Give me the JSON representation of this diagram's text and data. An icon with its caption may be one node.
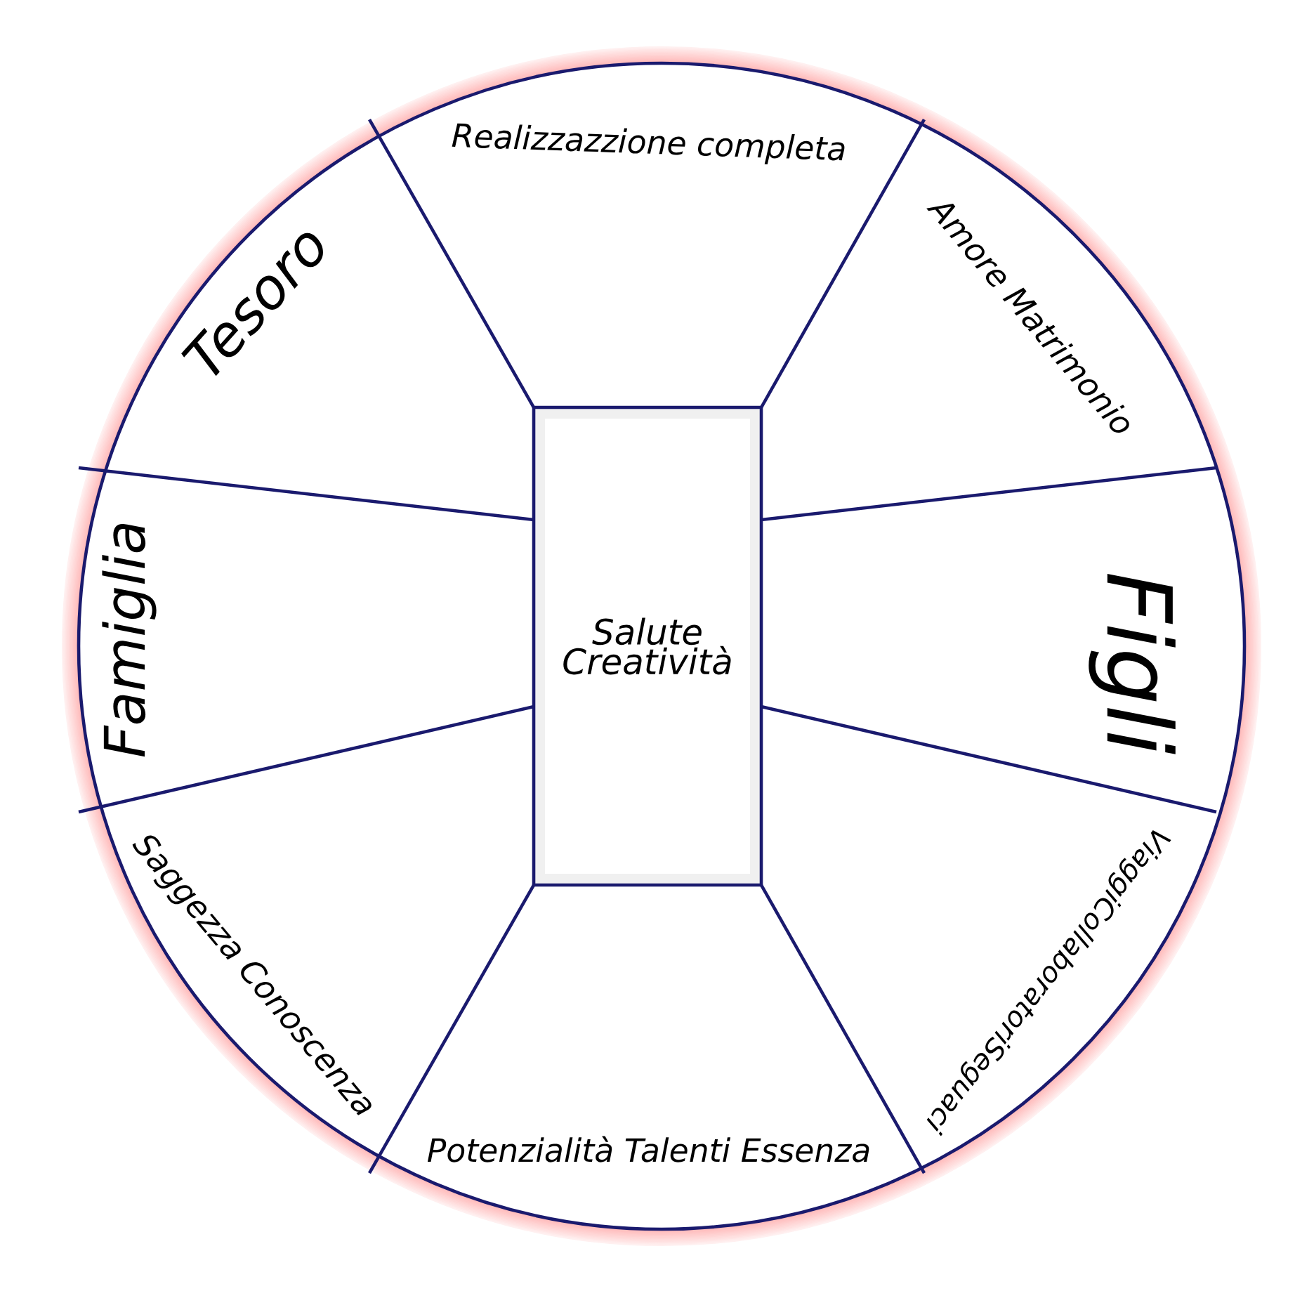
{
  "diagram": {
    "nodes": [
      {
        "text": [
          "Realizzazzione completa"
        ]
      },
      {
        "text": [
          "Tesoro"
        ]
      },
      {
        "text": [
          "Amore Matrimonio"
        ]
      },
      {
        "text": [
          "Famiglia"
        ]
      },
      {
        "text": [
          "Salute Creatività"
        ]
      },
      {
        "text": [
          "Figli"
        ]
      },
      {
        "text": [
          "Saggezza Conoscenza"
        ]
      },
      {
        "text": [
          "Potenzialità Talenti Essenza"
        ]
      },
      {
        "text": [
          "ViaggiCollaboratoriSeguaci"
        ]
      }
    ]
  }
}
